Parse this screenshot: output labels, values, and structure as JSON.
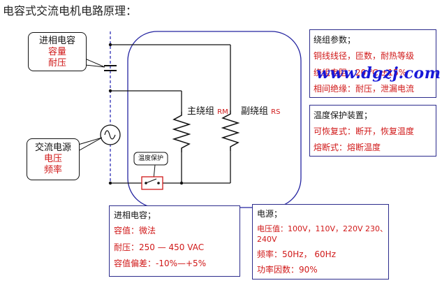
{
  "title": "电容式交流电机电路原理：",
  "capacitor_callout": {
    "l1": "进相电容",
    "l2": "容量",
    "l3": "耐压"
  },
  "source_callout": {
    "l1": "交流电源",
    "l2": "电压",
    "l3": "频率"
  },
  "main_winding": {
    "label": "主绕组",
    "sub": "RM"
  },
  "aux_winding": {
    "label": "副绕组",
    "sub": "RS"
  },
  "thermal_label": "温度保护",
  "winding_params": {
    "title": "绕组参数；",
    "line1": "铜线线径，匝数，耐热等级",
    "line2": "绕组电阻：20 ℃ ±15%",
    "line3": "相间绝缘：耐压，泄漏电流"
  },
  "watermark": "www.dgzj.com",
  "thermal_device": {
    "title": "温度保护装置；",
    "line1": "可恢复式：断开，恢复温度",
    "line2": "熔断式：熔断温度"
  },
  "capacitor_box": {
    "title": "进相电容；",
    "line1": "容值：微法",
    "line2": "耐压：250 — 450 VAC",
    "line3": "容值偏差：-10%—+5%"
  },
  "power_box": {
    "title": "电源；",
    "line1": "电压值：100V，110V，220V 230、",
    "line2": "240V",
    "line3": "频率：50Hz， 60Hz",
    "line4": "功率因数：90%"
  }
}
